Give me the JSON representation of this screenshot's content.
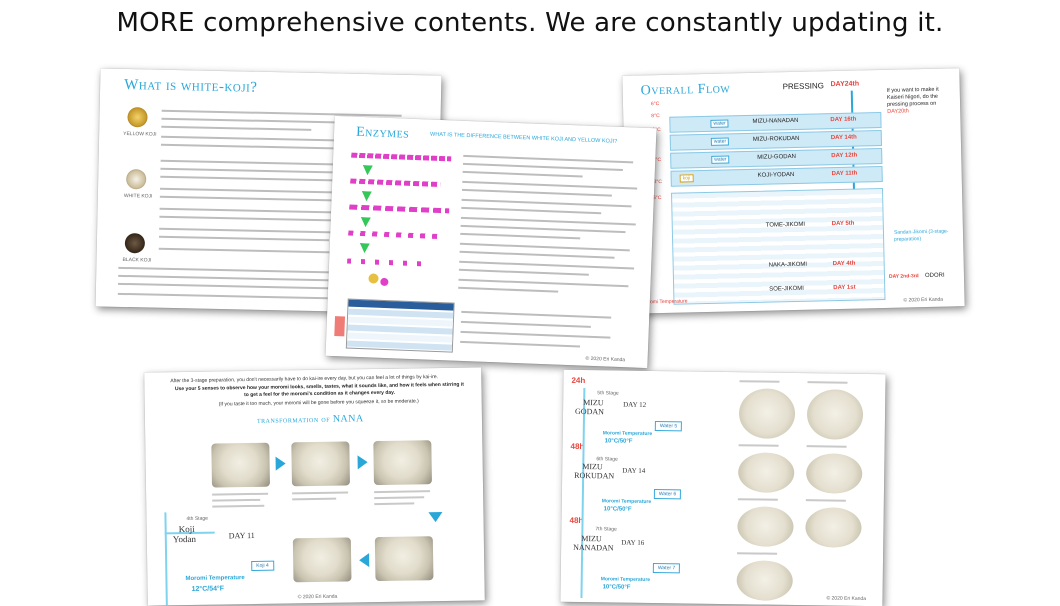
{
  "headline": "MORE comprehensive contents. We are constantly updating it.",
  "colors": {
    "accent_cyan": "#2aa7d9",
    "accent_red": "#e8453c",
    "magenta": "#e040c8",
    "green_arrow": "#34c759",
    "light_blue": "#cfeaf7"
  },
  "card1": {
    "title": "What is white-koji?",
    "labels": [
      "YELLOW KOJI",
      "WHITE KOJI",
      "BLACK KOJI"
    ]
  },
  "card2": {
    "title": "Enzymes",
    "subtitle": "WHAT IS THE DIFFERENCE BETWEEN WHITE KOJI AND YELLOW KOJI?",
    "copyright": "© 2020 Eri Kanda"
  },
  "card3": {
    "title": "Overall Flow",
    "pressing": "PRESSING",
    "pressing_day": "DAY24th",
    "note": "If you want to make it Kaiseri Nigori, do the pressing process on",
    "note_day": "DAY20th",
    "temps": [
      "6°C",
      "8°C",
      "10°C",
      "11°C",
      "13°C",
      "6°C"
    ],
    "rows": [
      {
        "name": "MIZU-NANADAN",
        "day": "DAY 16th"
      },
      {
        "name": "MIZU-ROKUDAN",
        "day": "DAY 14th"
      },
      {
        "name": "MIZU-GODAN",
        "day": "DAY 12th"
      },
      {
        "name": "KOJI-YODAN",
        "day": "DAY 11th"
      }
    ],
    "stages": [
      {
        "name": "TOME-JIKOMI",
        "day": "DAY 5th"
      },
      {
        "name": "NAKA-JIKOMI",
        "day": "DAY 4th"
      },
      {
        "name": "SOE-JIKOMI",
        "day": "DAY 1st"
      }
    ],
    "sandan": "Sandan-Jikomi (3-stage-preparation)",
    "odori": "ODORI",
    "odori_day": "DAY 2nd-3rd",
    "moromi_temp": "Moromi Temperature",
    "copyright": "© 2020 Eri Kanda"
  },
  "card4": {
    "intro_1": "After the 3-stage preparation, you don't necessarily have to do kai-ire every day, but you can feel a lot of things by kai-ire.",
    "intro_2": "Use your 5 senses to observe how your moromi looks, smells, tastes, what it sounds like, and how it feels when stirring it to get a feel for the moromi's condition as it changes every day.",
    "intro_3": "(If you taste it too much, your moromi will be gone before you squeeze it, so be moderate.)",
    "title_prefix": "transformation of",
    "title_word": "NANA",
    "stage_tag": "4th Stage",
    "stage_name_1": "Koji",
    "stage_name_2": "Yodan",
    "day": "DAY 11",
    "koji_label": "Koji 4",
    "moromi_temp": "Moromi Temperature",
    "moromi_value": "12°C/54°F",
    "copyright": "© 2020 Eri Kanda"
  },
  "card5": {
    "hours_top": "24h",
    "hours_mid1": "48h",
    "hours_mid2": "48h",
    "steps": [
      {
        "tag": "5th Stage",
        "name_1": "MIZU",
        "name_2": "GODAN",
        "day": "DAY 12",
        "water": "Water 5",
        "temp_label": "Moromi Temperature",
        "temp": "10°C/50°F"
      },
      {
        "tag": "6th Stage",
        "name_1": "MIZU",
        "name_2": "ROKUDAN",
        "day": "DAY 14",
        "water": "Water 6",
        "temp_label": "Moromi Temperature",
        "temp": "10°C/50°F"
      },
      {
        "tag": "7th Stage",
        "name_1": "MIZU",
        "name_2": "NANADAN",
        "day": "DAY 16",
        "water": "Water 7",
        "temp_label": "Moromi Temperature",
        "temp": "10°C/50°F"
      }
    ],
    "copyright": "© 2020 Eri Kanda"
  }
}
